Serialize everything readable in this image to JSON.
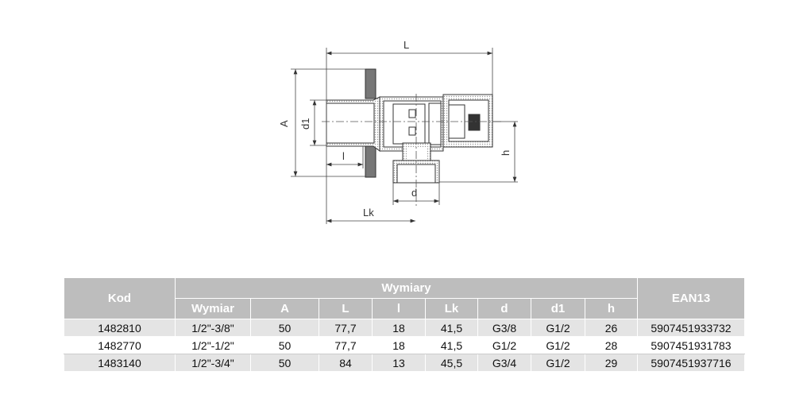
{
  "diagram": {
    "labels": {
      "L": "L",
      "A": "A",
      "d1": "d1",
      "l": "l",
      "h": "h",
      "d": "d",
      "Lk": "Lk"
    }
  },
  "table": {
    "header": {
      "kod": "Kod",
      "group": "Wymiary",
      "ean": "EAN13"
    },
    "subheaders": [
      "Wymiar",
      "A",
      "L",
      "l",
      "Lk",
      "d",
      "d1",
      "h"
    ],
    "rows": [
      {
        "kod": "1482810",
        "cells": [
          "1/2\"-3/8\"",
          "50",
          "77,7",
          "18",
          "41,5",
          "G3/8",
          "G1/2",
          "26"
        ],
        "ean": "5907451933732"
      },
      {
        "kod": "1482770",
        "cells": [
          "1/2\"-1/2\"",
          "50",
          "77,7",
          "18",
          "41,5",
          "G1/2",
          "G1/2",
          "28"
        ],
        "ean": "5907451931783"
      },
      {
        "kod": "1483140",
        "cells": [
          "1/2\"-3/4\"",
          "50",
          "84",
          "13",
          "45,5",
          "G3/4",
          "G1/2",
          "29"
        ],
        "ean": "5907451937716"
      }
    ]
  }
}
